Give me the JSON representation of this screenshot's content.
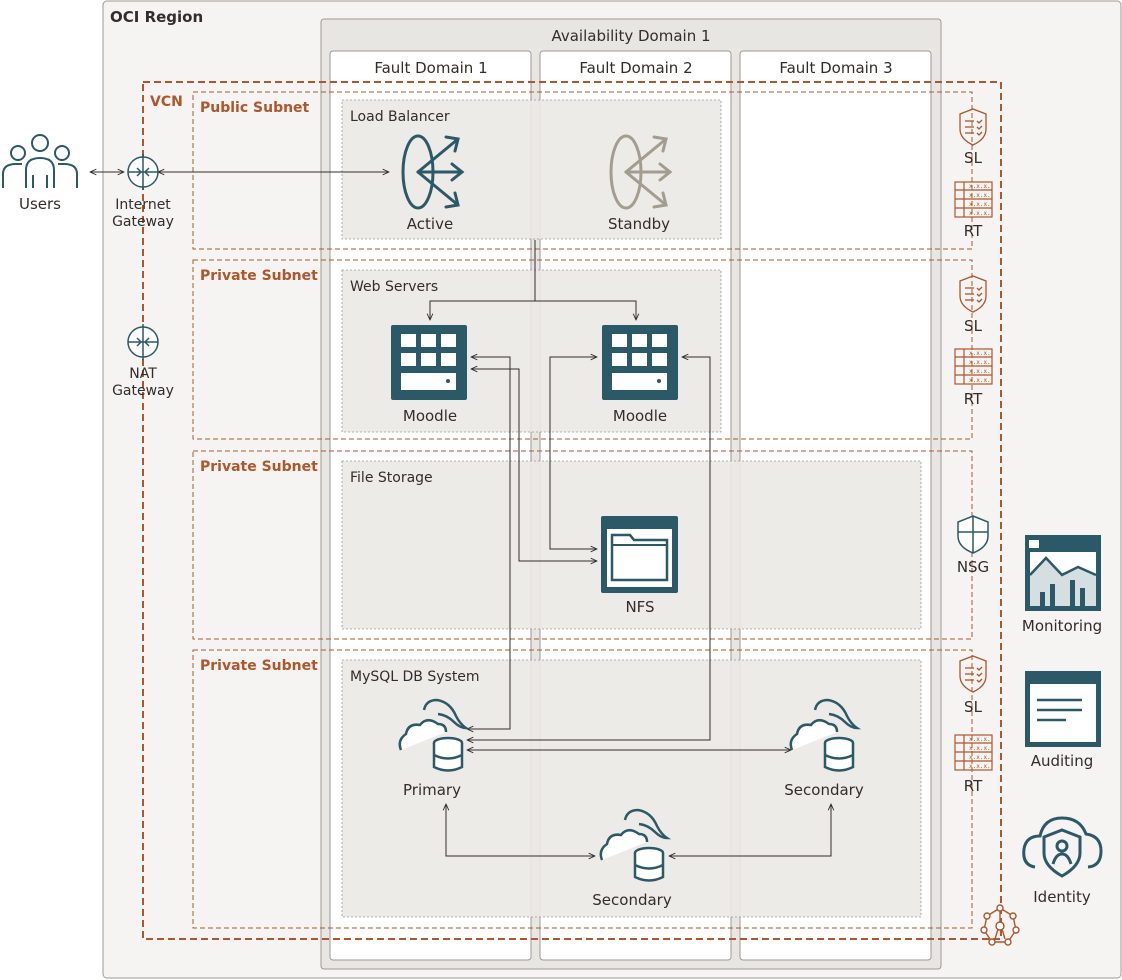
{
  "colors": {
    "teal": "#2c5967",
    "orange": "#ae562c",
    "standby": "#a39d8f",
    "region_bg": "#f5f4f2",
    "ad_bg": "#e8e6e2",
    "fault_bg": "#ffffff",
    "group_bg": "#ebe9e5",
    "text": "#312d2a"
  },
  "region": {
    "label": "OCI Region"
  },
  "availability_domain": {
    "label": "Availability Domain 1"
  },
  "fault_domains": [
    "Fault Domain 1",
    "Fault Domain 2",
    "Fault Domain 3"
  ],
  "vcn": {
    "label": "VCN"
  },
  "subnets": {
    "public": "Public Subnet",
    "private_web": "Private Subnet",
    "private_fs": "Private Subnet",
    "private_db": "Private Subnet"
  },
  "groups": {
    "load_balancer": "Load Balancer",
    "web_servers": "Web Servers",
    "file_storage": "File Storage",
    "mysql": "MySQL DB System"
  },
  "nodes": {
    "users": "Users",
    "igw_line1": "Internet",
    "igw_line2": "Gateway",
    "nat_line1": "NAT",
    "nat_line2": "Gateway",
    "lb_active": "Active",
    "lb_standby": "Standby",
    "moodle1": "Moodle",
    "moodle2": "Moodle",
    "nfs": "NFS",
    "db_primary": "Primary",
    "db_secondary_right": "Secondary",
    "db_secondary_bottom": "Secondary"
  },
  "security": {
    "sl1": "SL",
    "rt1": "RT",
    "sl2": "SL",
    "rt2": "RT",
    "nsg": "NSG",
    "sl3": "SL",
    "rt3": "RT"
  },
  "services": {
    "monitoring": "Monitoring",
    "auditing": "Auditing",
    "identity": "Identity"
  },
  "icon_names": [
    "users-icon",
    "gateway-icon",
    "load-balancer-icon",
    "compute-icon",
    "file-storage-icon",
    "mysql-icon",
    "security-list-icon",
    "route-table-icon",
    "nsg-icon",
    "monitoring-icon",
    "auditing-icon",
    "identity-icon",
    "vcn-icon"
  ]
}
